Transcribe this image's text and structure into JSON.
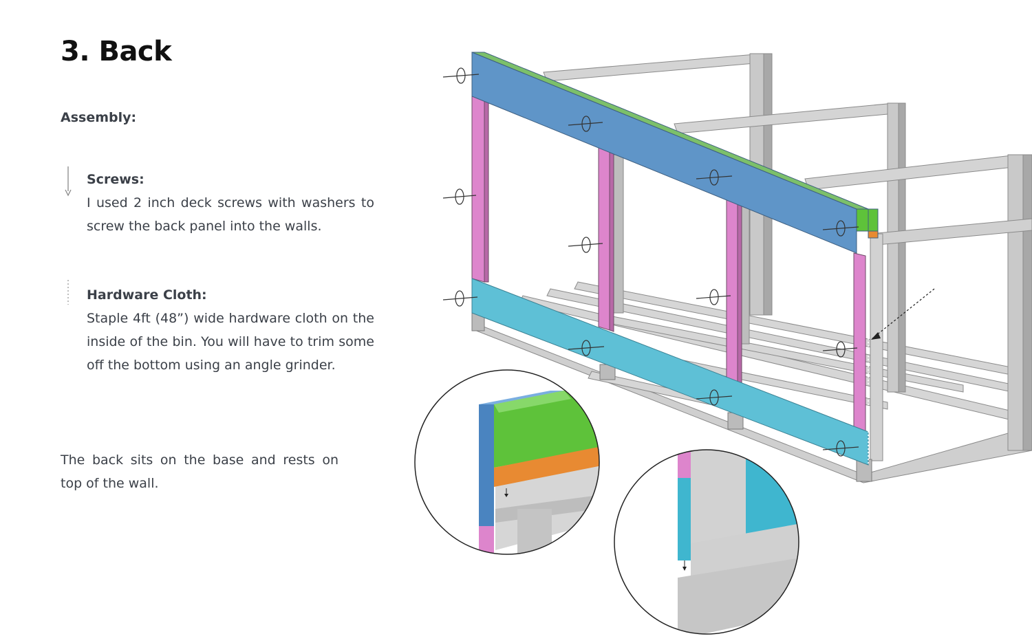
{
  "page": {
    "title": "3. Back",
    "subheading": "Assembly:",
    "steps": [
      {
        "title": "Screws:",
        "body": "I used 2 inch deck screws with washers to screw the back panel into the walls.",
        "marker": "solid-arrow"
      },
      {
        "title": "Hardware Cloth:",
        "body": "Staple 4ft (48”) wide hardware cloth on the inside of the bin. You will have to trim some off the bottom using an angle grinder.",
        "marker": "dotted-line"
      }
    ],
    "note": "The back sits on the base and rests on top of the wall."
  },
  "diagram": {
    "colors": {
      "top_rail": "#5f95c8",
      "top_edge_strip": "#7cc06a",
      "bottom_rail": "#5ec0d6",
      "uprights": "#dd85cc",
      "spacer_green": "#5ec23a",
      "spacer_orange": "#e88a32",
      "frame_gray": "#c7c7c7",
      "frame_dark": "#9a9a9a",
      "outline": "#555555"
    },
    "icons": [
      "screw-symbol-icon",
      "arrow-down-icon",
      "dotted-arrow-icon"
    ],
    "detail_views": [
      "top-corner-detail",
      "bottom-corner-detail"
    ]
  }
}
